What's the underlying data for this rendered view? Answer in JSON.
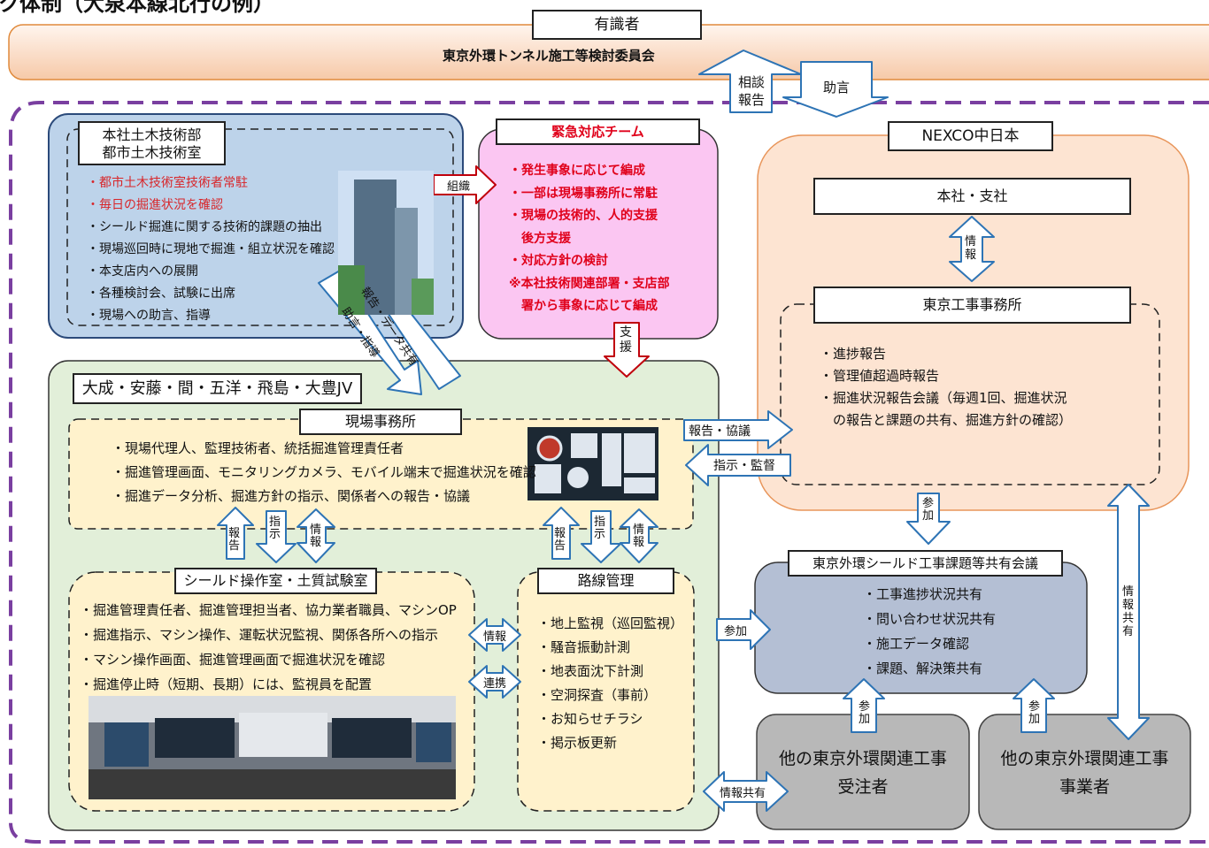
{
  "top_title": "ク体制（大泉本線北行の例）",
  "experts": {
    "label": "有識者",
    "committee": "東京外環トンネル施工等検討委員会",
    "arrow_up": [
      "相談",
      "報告"
    ],
    "arrow_down": "助言"
  },
  "hq": {
    "title": [
      "本社土木技術部",
      "都市土木技術室"
    ],
    "items": [
      {
        "text": "・都市土木技術室技術者常駐",
        "highlight": true
      },
      {
        "text": "・毎日の掘進状況を確認",
        "highlight": true
      },
      {
        "text": "・シールド掘進に関する技術的課題の抽出",
        "highlight": false
      },
      {
        "text": "・現場巡回時に現地で掘進・組立状況を確認",
        "highlight": false
      },
      {
        "text": "・本支店内への展開",
        "highlight": false
      },
      {
        "text": "・各種検討会、試験に出席",
        "highlight": false
      },
      {
        "text": "・現場への助言、指導",
        "highlight": false
      }
    ]
  },
  "arrows": {
    "soshiki": "組織",
    "shien": "支援",
    "hokoku_data": "報告・データ共有",
    "jogen_shido": "助言・指導",
    "hokoku_kyogi": "報告・協議",
    "shiji_kantoku": "指示・監督",
    "sanka_top": "参加",
    "sanka_left": "参加",
    "sanka_1": "参加",
    "sanka_2": "参加",
    "joho_kyoyu": "情報共有",
    "joho_kyoyu_v": "情報共有",
    "renkei": "連携",
    "joho_mid": "情報",
    "joho_nexco": "情報",
    "hokoku_a": "報告",
    "shiji_a": "指示",
    "joho_a": "情報",
    "hokoku_b": "報告",
    "shiji_b": "指示",
    "joho_b": "情報"
  },
  "emergency": {
    "title": "緊急対応チーム",
    "items": [
      "・発生事象に応じて編成",
      "・一部は現場事務所に常駐",
      "・現場の技術的、人的支援",
      "　後方支援",
      "・対応方針の検討",
      "※本社技術関連部署・支店部",
      "　署から事象に応じて編成"
    ]
  },
  "jv": {
    "title": "大成・安藤・間・五洋・飛島・大豊JV"
  },
  "site_office": {
    "title": "現場事務所",
    "items": [
      "・現場代理人、監理技術者、統括掘進管理責任者",
      "・掘進管理画面、モニタリングカメラ、モバイル端末で掘進状況を確認",
      "・掘進データ分析、掘進方針の指示、関係者への報告・協議"
    ]
  },
  "shield_room": {
    "title": "シールド操作室・土質試験室",
    "items": [
      "・掘進管理責任者、掘進管理担当者、協力業者職員、マシンOP",
      "・掘進指示、マシン操作、運転状況監視、関係各所への指示",
      "・マシン操作画面、掘進管理画面で掘進状況を確認",
      "・掘進停止時（短期、長期）には、監視員を配置"
    ]
  },
  "route": {
    "title": "路線管理",
    "items": [
      "・地上監視（巡回監視）",
      "・騒音振動計測",
      "・地表面沈下計測",
      "・空洞探査（事前）",
      "・お知らせチラシ",
      "・掲示板更新"
    ]
  },
  "nexco": {
    "label": "NEXCO中日本",
    "hq_branch": "本社・支社",
    "tokyo_office": "東京工事事務所",
    "items": [
      "・進捗報告",
      "・管理値超過時報告",
      "・掘進状況報告会議（毎週1回、掘進状況",
      "　の報告と課題の共有、掘進方針の確認）"
    ]
  },
  "council": {
    "title": "東京外環シールド工事課題等共有会議",
    "items": [
      "・工事進捗状況共有",
      "・問い合わせ状況共有",
      "・施工データ確認",
      "・課題、解決策共有"
    ]
  },
  "contractor": {
    "lines": [
      "他の東京外環関連工事",
      "受注者"
    ]
  },
  "operator": {
    "lines": [
      "他の東京外環関連工事",
      "事業者"
    ]
  },
  "colors": {
    "experts_fill": "#fbe3d3",
    "experts_border": "#e08a3c",
    "dashed_purple": "#7a3fa0",
    "hq_fill": "#bdd3ea",
    "hq_border": "#2b4a7a",
    "emergency_fill": "#fbc6f2",
    "emergency_text": "#e0001a",
    "jv_fill": "#e2efd9",
    "site_fill": "#fff2cc",
    "nexco_fill": "#fde4d2",
    "nexco_border": "#e8955a",
    "council_fill": "#b4bfd4",
    "gray_box": "#b8b8b8",
    "arrow_fill": "#ffffff",
    "arrow_stroke": "#2e74b5",
    "red_arrow": "#c0000b"
  }
}
